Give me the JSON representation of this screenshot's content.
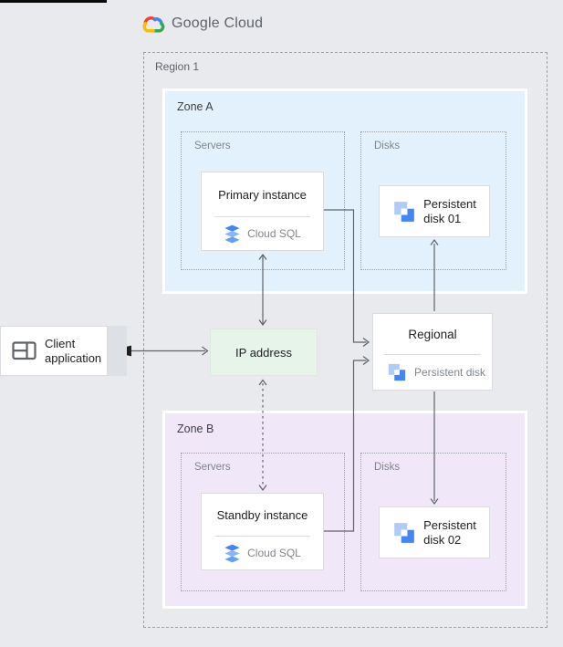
{
  "header": {
    "product_name": "Google Cloud"
  },
  "region": {
    "label": "Region 1"
  },
  "zones": {
    "a": {
      "label": "Zone A",
      "servers_label": "Servers",
      "disks_label": "Disks"
    },
    "b": {
      "label": "Zone B",
      "servers_label": "Servers",
      "disks_label": "Disks"
    }
  },
  "cards": {
    "primary": {
      "title": "Primary instance",
      "product": "Cloud SQL"
    },
    "standby": {
      "title": "Standby instance",
      "product": "Cloud SQL"
    },
    "disk01": {
      "line1": "Persistent",
      "line2": "disk 01"
    },
    "disk02": {
      "line1": "Persistent",
      "line2": "disk 02"
    },
    "regional": {
      "title": "Regional",
      "subtitle": "Persistent disk"
    },
    "ip": {
      "label": "IP address"
    },
    "client": {
      "line1": "Client",
      "line2": "application"
    }
  },
  "colors": {
    "background": "#e8eaed",
    "zone_a_bg": "#e3f1fc",
    "zone_b_bg": "#f0e7f8",
    "ip_bg": "#e6f4ea",
    "card_border": "#dadce0",
    "connector_line": "#5f6368",
    "google_blue": "#4285f4",
    "google_red": "#ea4335",
    "google_yellow": "#fbbc04",
    "google_green": "#34a853",
    "disk_light_blue": "#aecbfa",
    "sql_mid_blue": "#8ab4f8"
  }
}
